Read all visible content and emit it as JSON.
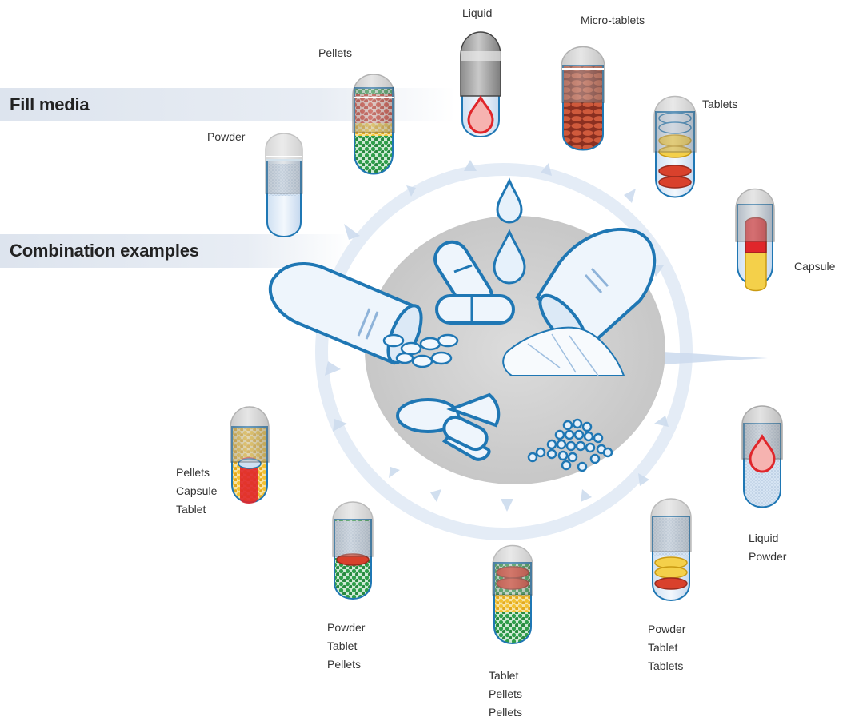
{
  "sections": {
    "fill_media": "Fill media",
    "combination_examples": "Combination examples"
  },
  "fill_media_labels": {
    "powder": "Powder",
    "pellets": "Pellets",
    "liquid": "Liquid",
    "micro_tablets": "Micro-tablets",
    "tablets": "Tablets",
    "capsule": "Capsule"
  },
  "combination_labels": {
    "pellets_capsule_tablet": [
      "Pellets",
      "Capsule",
      "Tablet"
    ],
    "powder_tablet_pellets": [
      "Powder",
      "Tablet",
      "Pellets"
    ],
    "tablet_pellets_pellets": [
      "Tablet",
      "Pellets",
      "Pellets"
    ],
    "powder_tablet_tablets": [
      "Powder",
      "Tablet",
      "Tablets"
    ],
    "liquid_powder": [
      "Liquid",
      "Powder"
    ]
  },
  "colors": {
    "capsule_outline": "#1f77b4",
    "capsule_light": "#e6f1fb",
    "cap_grey": "#a6a6a6",
    "center_disc": "#d4d4d4",
    "pellet_red": "#d93a2b",
    "pellet_green": "#2e9e4a",
    "pellet_yellow": "#f2c12e",
    "liquid_red": "#e0262b",
    "band": "#e2e8f0"
  }
}
